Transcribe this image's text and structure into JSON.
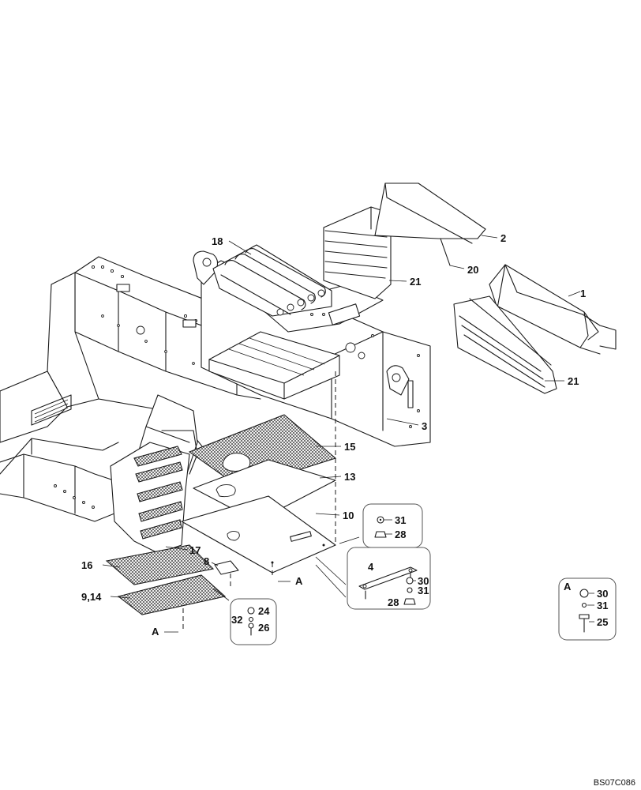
{
  "drawing_ref": "BS07C086",
  "detail_label": "A",
  "callouts": {
    "c1": "1",
    "c2": "2",
    "c3": "3",
    "c4": "4",
    "c8": "8",
    "c9_14": "9,14",
    "c10": "10",
    "c13": "13",
    "c15": "15",
    "c16": "16",
    "c17": "17",
    "c18": "18",
    "c20": "20",
    "c21a": "21",
    "c21b": "21",
    "c24": "24",
    "c26": "26",
    "c32": "32",
    "c31a": "31",
    "c28a": "28",
    "c30b": "30",
    "c31b": "31",
    "c28b": "28",
    "c30c": "30",
    "c31c": "31",
    "c25": "25"
  },
  "section_marks": {
    "a1": "A",
    "a2": "A",
    "a3": "A"
  }
}
